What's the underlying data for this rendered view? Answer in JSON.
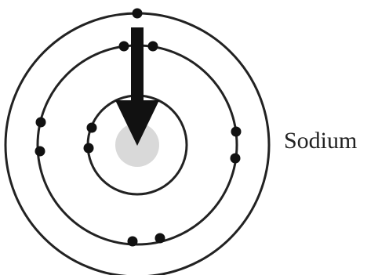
{
  "element": {
    "label": "Sodium"
  },
  "atom": {
    "shells": [
      {
        "level": 1,
        "electrons": 2
      },
      {
        "level": 2,
        "electrons": 8
      },
      {
        "level": 3,
        "electrons": 1
      }
    ],
    "nucleus_color": "#d9d9d9",
    "line_color": "#222222",
    "electron_color": "#111111",
    "arrow": "down-arrow-icon"
  }
}
